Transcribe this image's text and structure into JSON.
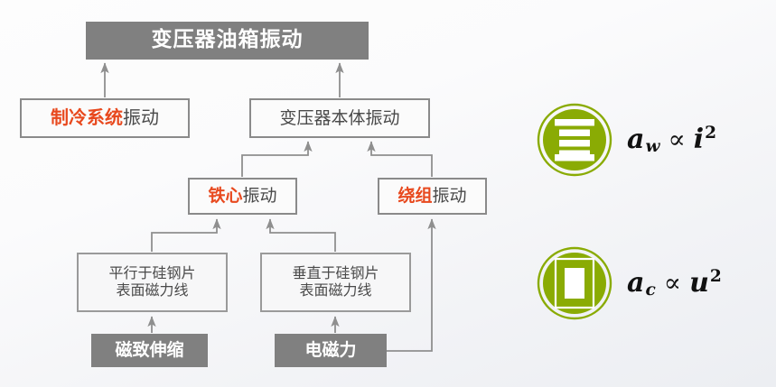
{
  "diagram": {
    "title": "变压器油箱振动",
    "colors": {
      "accent_orange": "#e8491e",
      "box_gray": "#808080",
      "border_gray": "#8a8a8a",
      "badge_green": "#8aab04"
    },
    "nodes": {
      "tank": {
        "label": "变压器油箱振动",
        "style": "filled"
      },
      "cooling": {
        "highlight": "制冷系统",
        "rest": "振动"
      },
      "body": {
        "label": "变压器本体振动",
        "style": "outline"
      },
      "core": {
        "highlight": "铁心",
        "rest": "振动"
      },
      "winding": {
        "highlight": "绕组",
        "rest": "振动"
      },
      "parallel": {
        "line1": "平行于硅钢片",
        "line2": "表面磁力线"
      },
      "perpendicular": {
        "line1": "垂直于硅钢片",
        "line2": "表面磁力线"
      },
      "magnetostriction": {
        "label": "磁致伸缩",
        "style": "filled"
      },
      "electromagnetic_force": {
        "label": "电磁力",
        "style": "filled"
      }
    },
    "symbols": [
      {
        "id": "winding-symbol",
        "icon": "transformer-winding-icon",
        "quantity": "a",
        "subscript": "w",
        "relation": "∝",
        "base": "i",
        "exponent": "2"
      },
      {
        "id": "core-symbol",
        "icon": "transformer-core-icon",
        "quantity": "a",
        "subscript": "c",
        "relation": "∝",
        "base": "u",
        "exponent": "2"
      }
    ]
  }
}
